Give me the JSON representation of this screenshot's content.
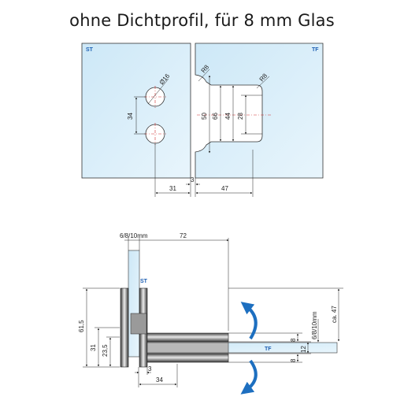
{
  "title": "ohne Dichtprofil, für 8 mm Glas",
  "top_view": {
    "label_st": "ST",
    "label_tf": "TF",
    "dia": "Ø16",
    "r_left": "R8",
    "r_right": "R8",
    "d34": "34",
    "d50": "50",
    "d66": "66",
    "d44": "44",
    "d28": "28",
    "d3": "3",
    "d31": "31",
    "d47": "47"
  },
  "side_view": {
    "glass_label": "6/8/10mm",
    "d72": "72",
    "label_st": "ST",
    "label_tf": "TF",
    "d615": "61,5",
    "d31": "31",
    "d235": "23,5",
    "d3": "3",
    "d34": "34",
    "d8a": "8",
    "d8b": "8",
    "d12": "12",
    "glass_label2": "6/8/10mm",
    "ca47": "ca. 47"
  },
  "colors": {
    "glass_fill": "#cfe9f7",
    "accent_blue": "#1d6fc0",
    "label_blue": "#1d5fb3",
    "center_red": "#d03030"
  }
}
